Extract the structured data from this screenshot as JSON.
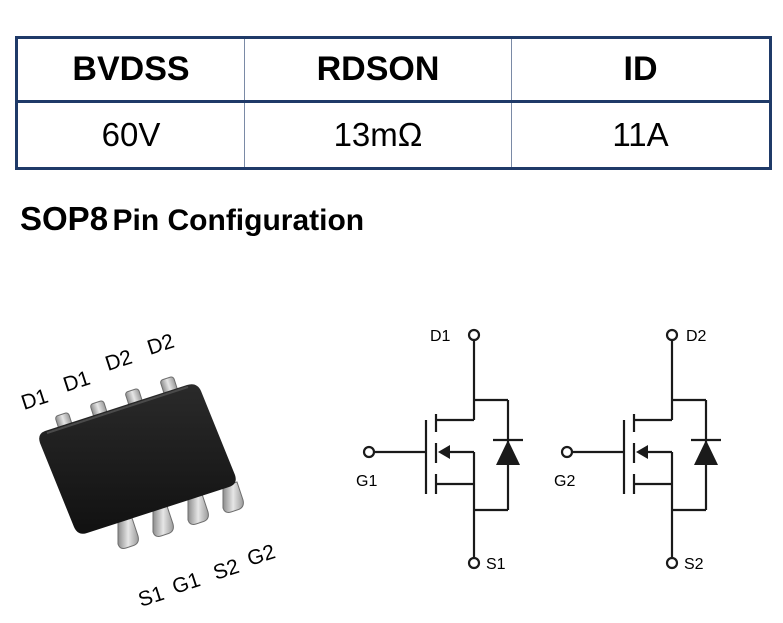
{
  "table": {
    "headers": [
      "BVDSS",
      "RDSON",
      "ID"
    ],
    "values": [
      "60V",
      "13mΩ",
      "11A"
    ]
  },
  "section": {
    "title_main": "SOP8",
    "title_rest": "Pin Configuration"
  },
  "package": {
    "top_pins": [
      "D1",
      "D1",
      "D2",
      "D2"
    ],
    "bottom_pins": [
      "S1",
      "G1",
      "S2",
      "G2"
    ]
  },
  "schematic": {
    "mosfet1": {
      "drain": "D1",
      "gate": "G1",
      "source": "S1"
    },
    "mosfet2": {
      "drain": "D2",
      "gate": "G2",
      "source": "S2"
    }
  },
  "colors": {
    "table_border": "#1f3a68",
    "chip_body": "#1c1c1c"
  }
}
